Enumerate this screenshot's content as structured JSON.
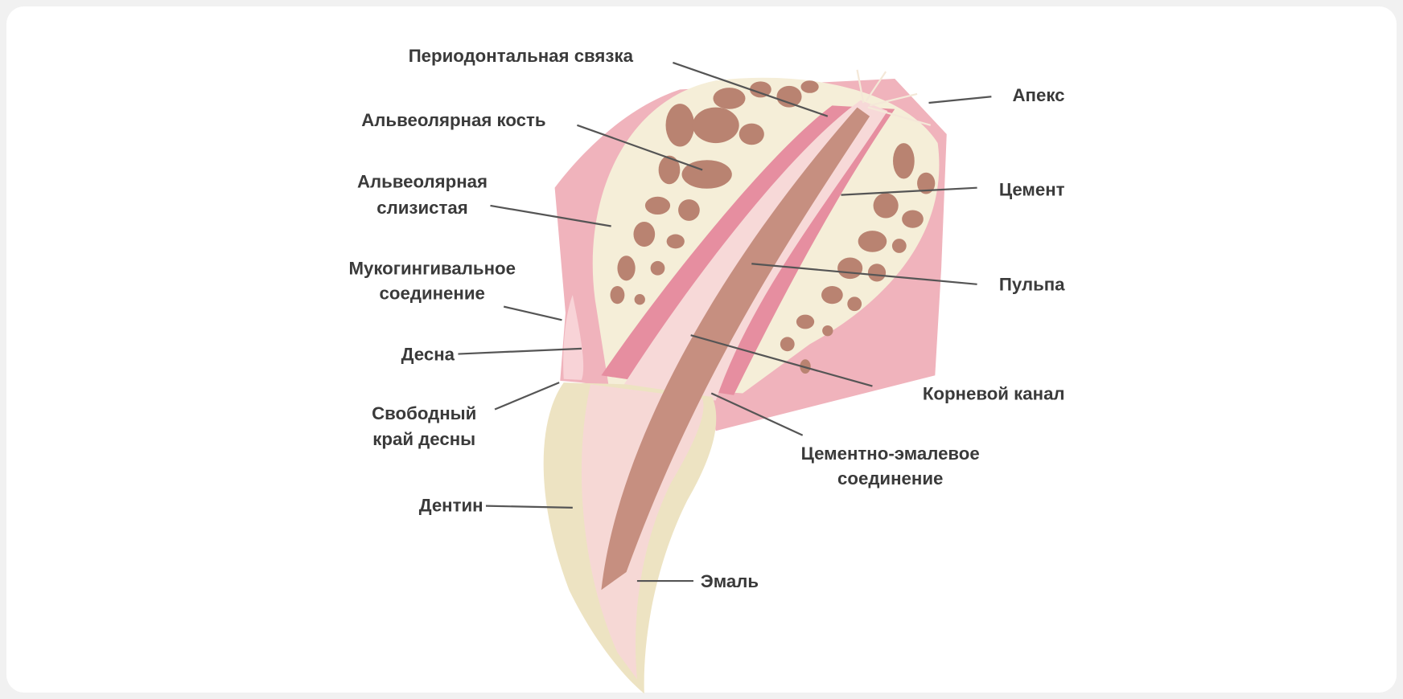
{
  "labels": {
    "periodontal_ligament": "Периодонтальная связка",
    "apex": "Апекс",
    "alveolar_bone": "Альвеолярная кость",
    "alveolar_mucosa_1": "Альвеолярная",
    "alveolar_mucosa_2": "слизистая",
    "cementum": "Цемент",
    "mucogingival_1": "Мукогингивальное",
    "mucogingival_2": "соединение",
    "pulp": "Пульпа",
    "gingiva": "Десна",
    "root_canal": "Корневой канал",
    "free_gingiva_1": "Свободный",
    "free_gingiva_2": "край десны",
    "cej_1": "Цементно-эмалевое",
    "cej_2": "соединение",
    "dentin": "Дентин",
    "enamel": "Эмаль"
  },
  "colors": {
    "gum": "#f0b3bc",
    "bone": "#f5eed8",
    "trabeculae": "#b98371",
    "ligament": "#e68ea0",
    "root": "#f7d9d8",
    "pulp": "#c68f80",
    "enamel": "#ede3c2"
  }
}
